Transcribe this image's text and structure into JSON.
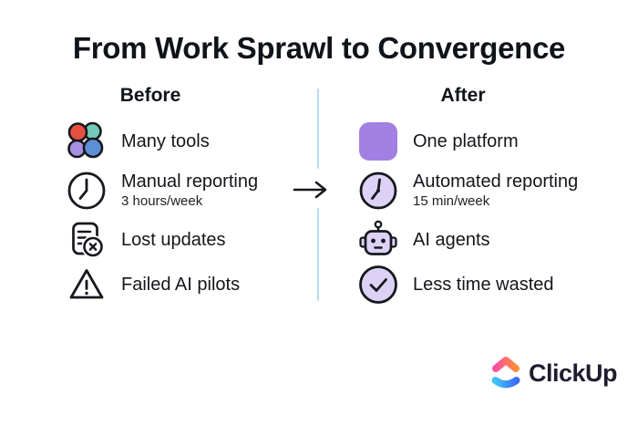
{
  "title": "From Work Sprawl to Convergence",
  "columns": {
    "before": {
      "header": "Before",
      "items": [
        {
          "icon": "many-tools-icon",
          "label": "Many tools"
        },
        {
          "icon": "clock-icon",
          "label": "Manual reporting",
          "sublabel": "3 hours/week"
        },
        {
          "icon": "lost-updates-icon",
          "label": "Lost updates"
        },
        {
          "icon": "warning-triangle-icon",
          "label": "Failed AI pilots"
        }
      ]
    },
    "after": {
      "header": "After",
      "items": [
        {
          "icon": "one-platform-icon",
          "label": "One platform"
        },
        {
          "icon": "automated-clock-icon",
          "label": "Automated reporting",
          "sublabel": "15 min/week"
        },
        {
          "icon": "robot-icon",
          "label": "AI agents"
        },
        {
          "icon": "check-circle-icon",
          "label": "Less time wasted"
        }
      ]
    }
  },
  "brand": {
    "name": "ClickUp"
  },
  "colors": {
    "ink": "#15181d",
    "accent_purple": "#a280e3",
    "lavender_fill": "#ddd2f6",
    "divider_blue": "#b5dbf3",
    "tool_red": "#e55041",
    "tool_teal": "#74c8b6",
    "tool_purple": "#a78ee0",
    "tool_blue": "#5d8ed8",
    "clickup_pink": "#fa4fa3",
    "clickup_orange": "#ff8e3c",
    "clickup_lightblue": "#40c4f5",
    "clickup_blue": "#3e6bf6"
  }
}
